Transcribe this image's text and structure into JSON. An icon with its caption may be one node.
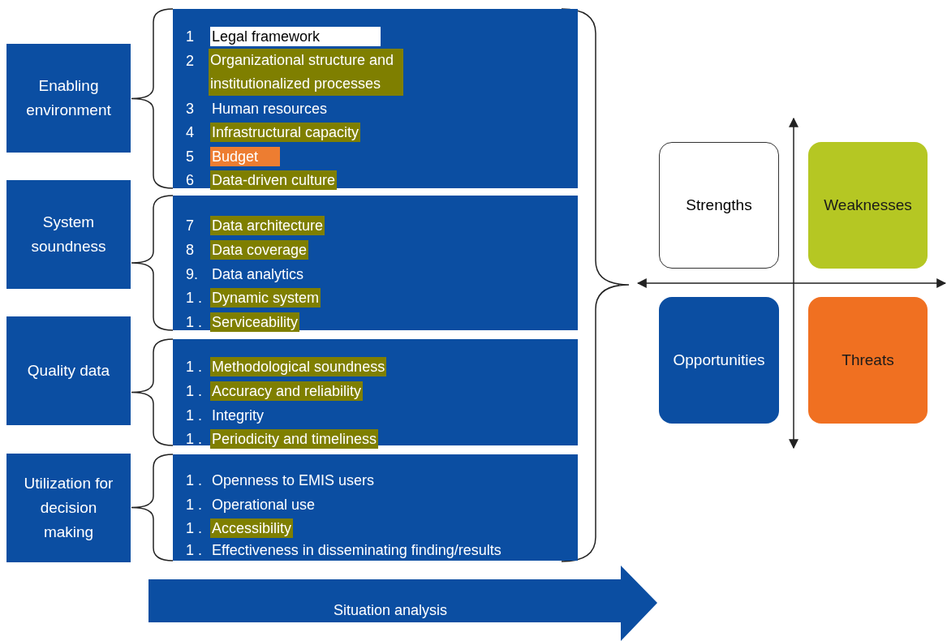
{
  "diagram": {
    "nodes": [
      {
        "text": [
          "Enabling environment"
        ]
      },
      {
        "text": [],
        "shape": "box"
      },
      {
        "text": [
          "Legal framework"
        ],
        "beside": [
          "1"
        ],
        "in": 1
      },
      {
        "text": [
          "Organizational structure and institutionalized processes"
        ],
        "beside": [
          "2"
        ],
        "in": 1
      },
      {
        "text": [
          "Human resources"
        ],
        "beside": [
          "3"
        ],
        "in": 1
      },
      {
        "text": [
          "Infrastructural capacity"
        ],
        "beside": [
          "4"
        ],
        "in": 1
      },
      {
        "text": [
          "Budget"
        ],
        "beside": [
          "5"
        ],
        "in": 1
      },
      {
        "text": [
          "Data-driven culture"
        ],
        "beside": [
          "6"
        ],
        "in": 1
      },
      {
        "text": [
          "System soundness"
        ]
      },
      {
        "text": [],
        "shape": "box"
      },
      {
        "text": [
          "Data architecture"
        ],
        "beside": [
          "7"
        ],
        "in": 9
      },
      {
        "text": [
          "Data coverage"
        ],
        "beside": [
          "8"
        ],
        "in": 9
      },
      {
        "text": [
          "Data analytics"
        ],
        "beside": [
          "9."
        ],
        "in": 9
      },
      {
        "text": [
          "Dynamic system"
        ],
        "beside": [
          "1 ."
        ],
        "in": 9
      },
      {
        "text": [
          "Serviceability"
        ],
        "beside": [
          "1 ."
        ],
        "in": 9
      },
      {
        "text": [
          "Quality data"
        ]
      },
      {
        "text": [],
        "shape": "box"
      },
      {
        "text": [
          "Methodological soundness"
        ],
        "beside": [
          "1 ."
        ],
        "in": 16
      },
      {
        "text": [
          "Accuracy and reliability"
        ],
        "beside": [
          "1 ."
        ],
        "in": 16
      },
      {
        "text": [
          "Integrity"
        ],
        "beside": [
          "1 ."
        ],
        "in": 16
      },
      {
        "text": [
          "Periodicity and timeliness"
        ],
        "beside": [
          "1 ."
        ],
        "in": 16
      },
      {
        "text": [
          "Utilization for decision making"
        ]
      },
      {
        "text": [],
        "shape": "box"
      },
      {
        "text": [
          "Openness to EMIS users"
        ],
        "beside": [
          "1 ."
        ],
        "in": 22
      },
      {
        "text": [
          "Operational use"
        ],
        "beside": [
          "1 ."
        ],
        "in": 22
      },
      {
        "text": [
          "Accessibility"
        ],
        "beside": [
          "1 ."
        ],
        "in": 22
      },
      {
        "text": [
          "Effectiveness in disseminating finding/results"
        ],
        "beside": [
          "1 ."
        ],
        "in": 22
      },
      {
        "text": [
          "Strengths"
        ]
      },
      {
        "text": [
          "Weaknesses"
        ]
      },
      {
        "text": [
          "Opportunities"
        ]
      },
      {
        "text": [
          "Threats"
        ]
      },
      {
        "text": [
          "Situation analysis"
        ]
      }
    ],
    "edges": []
  }
}
